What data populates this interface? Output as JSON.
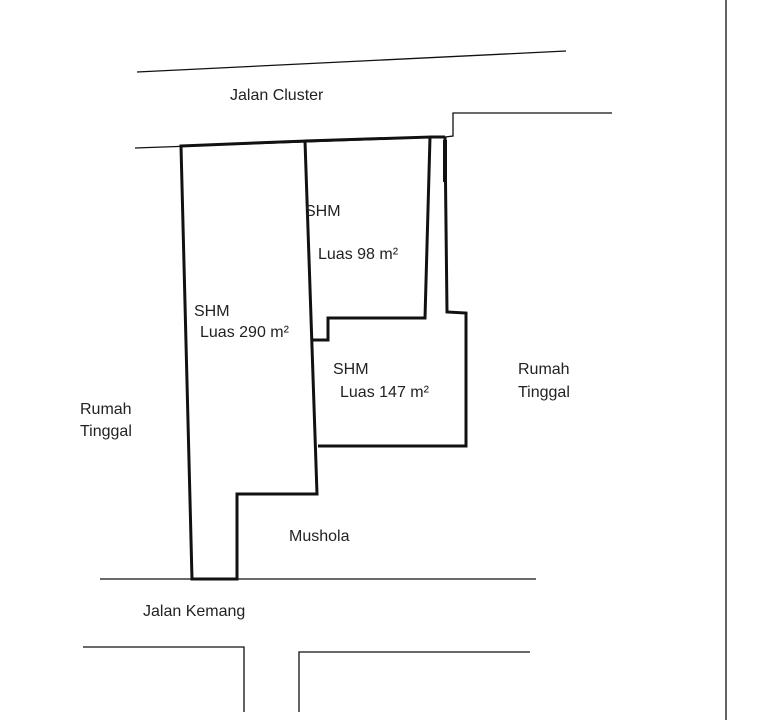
{
  "roads": {
    "top": "Jalan Cluster",
    "bottom": "Jalan Kemang"
  },
  "lots": [
    {
      "type": "SHM",
      "area": "Luas 290 m²"
    },
    {
      "type": "SHM",
      "area": "Luas 98 m²"
    },
    {
      "type": "SHM",
      "area": "Luas 147 m²"
    }
  ],
  "neighbors": {
    "left": [
      "Rumah",
      "Tinggal"
    ],
    "right": [
      "Rumah",
      "Tinggal"
    ],
    "bottom": "Mushola"
  }
}
